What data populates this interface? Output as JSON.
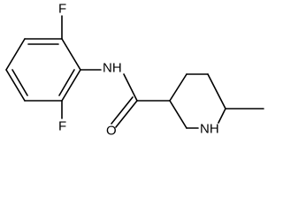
{
  "molecule": {
    "atoms": {
      "fluorine_top": "F",
      "fluorine_bottom": "F",
      "amide_nh": "NH",
      "carbonyl_o": "O",
      "ring_nh": "NH"
    }
  },
  "colors": {
    "bond": "#000000",
    "label": "#000000",
    "background": "#ffffff"
  }
}
